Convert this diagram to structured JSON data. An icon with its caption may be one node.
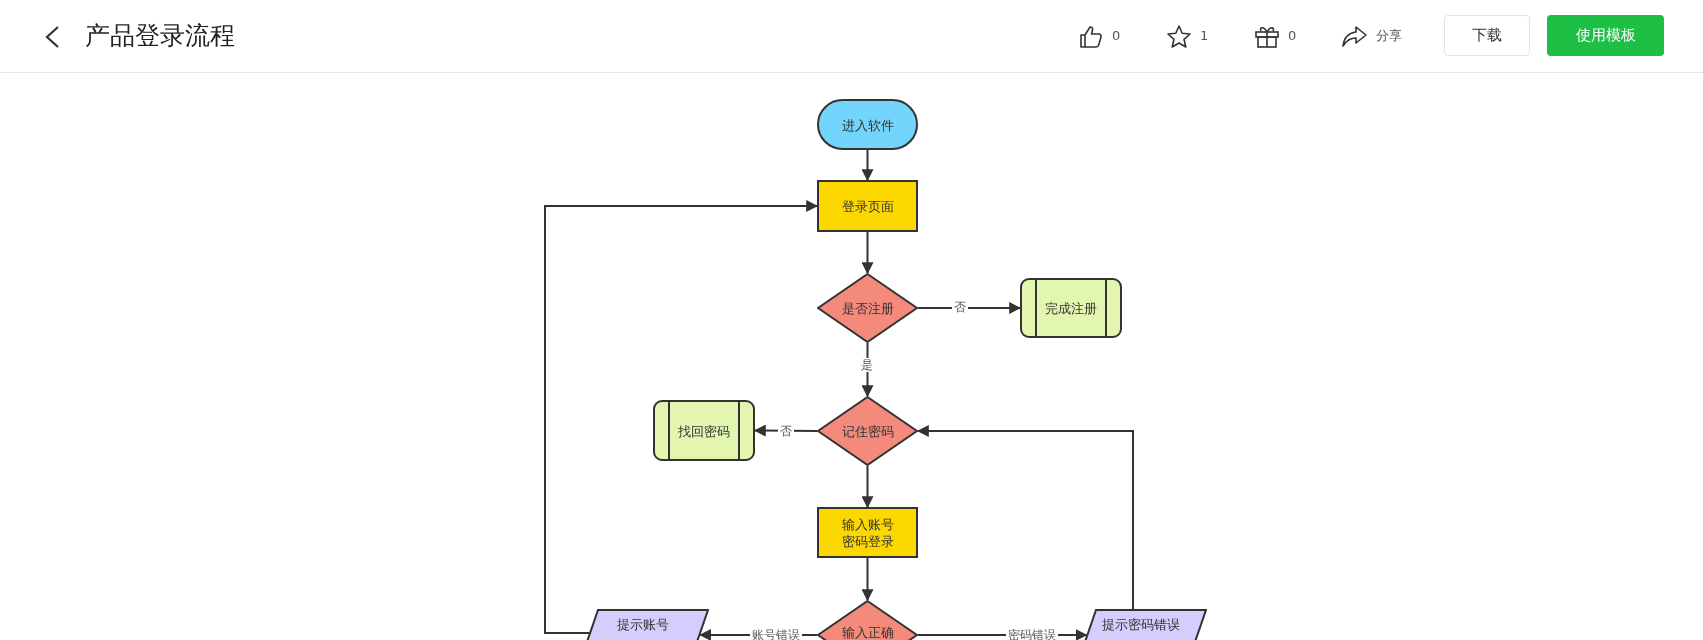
{
  "diagram": {
    "title": "产品登录流程",
    "nodes": [
      {
        "text": [
          "进入软件"
        ]
      },
      {
        "text": [
          "登录页面"
        ]
      },
      {
        "text": [
          "是否注册"
        ]
      },
      {
        "text": [
          "完成注册"
        ]
      },
      {
        "text": [
          "找回密码"
        ]
      },
      {
        "text": [
          "记住密码"
        ]
      },
      {
        "text": [
          "输入账号密码登录"
        ]
      },
      {
        "text": [
          "提示账号"
        ]
      },
      {
        "text": [
          "输入正确"
        ]
      },
      {
        "text": [
          "提示密码错误"
        ]
      }
    ],
    "edges": [
      {
        "from": 0,
        "to": 1,
        "arrow": "to"
      },
      {
        "from": 1,
        "to": 2,
        "arrow": "to"
      },
      {
        "from": 2,
        "to": 3,
        "arrow": "to",
        "label": "否"
      },
      {
        "from": 2,
        "to": 5,
        "arrow": "to",
        "label": "是"
      },
      {
        "from": 5,
        "to": 4,
        "arrow": "to",
        "label": "否"
      },
      {
        "from": 5,
        "to": 6,
        "arrow": "to"
      },
      {
        "from": 6,
        "to": 8,
        "arrow": "to"
      },
      {
        "from": 8,
        "to": 7,
        "arrow": "to",
        "label": "账号错误"
      },
      {
        "from": 8,
        "to": 9,
        "arrow": "to",
        "label": "密码错误"
      },
      {
        "from": 7,
        "to": 1,
        "arrow": "to"
      },
      {
        "from": 9,
        "to": 5,
        "arrow": "to"
      }
    ],
    "labels": [
      "0",
      "1",
      "0",
      "分享",
      "下载",
      "使用模板"
    ]
  }
}
